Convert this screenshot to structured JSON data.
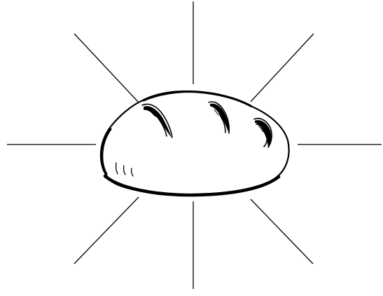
{
  "diagram": {
    "center_subject": "bread-loaf-icon",
    "spoke_count": 8,
    "spokes": [
      {
        "direction": "north"
      },
      {
        "direction": "north-east"
      },
      {
        "direction": "east"
      },
      {
        "direction": "south-east"
      },
      {
        "direction": "south"
      },
      {
        "direction": "south-west"
      },
      {
        "direction": "west"
      },
      {
        "direction": "north-west"
      }
    ],
    "colors": {
      "stroke": "#000000",
      "background": "#ffffff"
    }
  }
}
